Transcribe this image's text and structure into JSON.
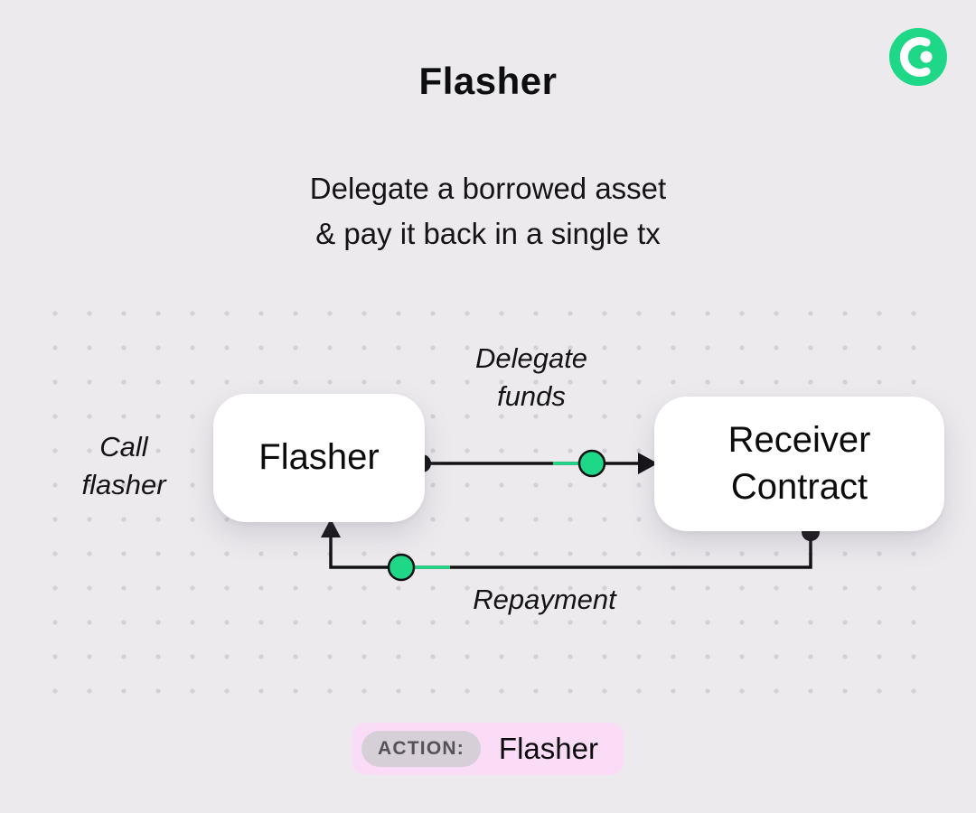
{
  "colors": {
    "background": "#ECEAED",
    "accent_green": "#1ED787",
    "badge_pink": "#FADCF6",
    "pill_gray": "#D6CFD8",
    "ink": "#0E0D10"
  },
  "header": {
    "title": "Flasher"
  },
  "logo": {
    "icon": "brand-logo"
  },
  "subtitle": {
    "line1": "Delegate a borrowed asset",
    "line2": "& pay it back in a single tx"
  },
  "diagram": {
    "call_label": {
      "line1": "Call",
      "line2": "flasher"
    },
    "flasher_box": {
      "label": "Flasher"
    },
    "delegate_label": {
      "line1": "Delegate",
      "line2": "funds"
    },
    "receiver_box": {
      "line1": "Receiver",
      "line2": "Contract"
    },
    "repayment_label": "Repayment"
  },
  "footer": {
    "action_label": "ACTION:",
    "action_value": "Flasher"
  }
}
